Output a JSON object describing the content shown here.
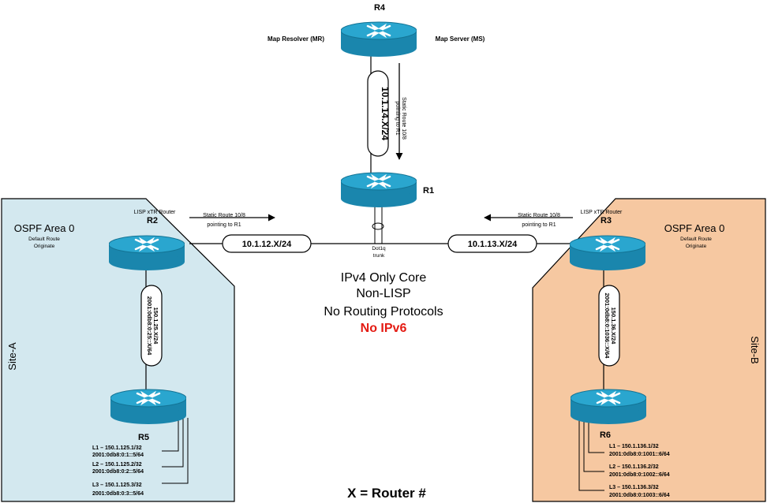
{
  "colors": {
    "site_a_fill": "#d3e8ef",
    "site_b_fill": "#f6c8a1",
    "router_body": "#1f8fb6",
    "router_top": "#2aa3cc",
    "accent_red": "#e41b13",
    "line": "#000000"
  },
  "icons": {
    "router": "router-icon"
  },
  "routers": {
    "r4": {
      "name": "R4",
      "left_label": "Map Resolver (MR)",
      "right_label": "Map Server (MS)"
    },
    "r1": {
      "name": "R1",
      "trunk_line1": "Dot1q",
      "trunk_line2": "trunk"
    },
    "r2": {
      "name": "R2",
      "role": "LISP xTR Router"
    },
    "r3": {
      "name": "R3",
      "role": "LISP xTR Router"
    },
    "r5": {
      "name": "R5"
    },
    "r6": {
      "name": "R6"
    }
  },
  "links": {
    "r4_r1": "10.1.14.X/24",
    "r1_r2": "10.1.12.X/24",
    "r1_r3": "10.1.13.X/24",
    "r2_r5_line1": "150.1.25.X/24",
    "r2_r5_line2": "2001:0db8:0:25::X/64",
    "r3_r6_line1": "150.1.36.X/24",
    "r3_r6_line2": "2001:0db8:0:1036::X/64"
  },
  "static_routes": {
    "r4": {
      "line1": "Static Route 10/8",
      "line2": "pointing to R1"
    },
    "r2": {
      "line1": "Static Route 10/8",
      "line2": "pointing to R1"
    },
    "r3": {
      "line1": "Static Route 10/8",
      "line2": "pointing to R1"
    }
  },
  "sites": {
    "a": {
      "name": "Site-A",
      "area": "OSPF Area 0",
      "note_line1": "Default Route",
      "note_line2": "Originate"
    },
    "b": {
      "name": "Site-B",
      "area": "OSPF Area 0",
      "note_line1": "Default Route",
      "note_line2": "Originate"
    }
  },
  "core": {
    "line1": "IPv4 Only Core",
    "line2": "Non-LISP",
    "line3": "No Routing Protocols",
    "line4": "No IPv6"
  },
  "loopbacks": {
    "r5": [
      {
        "v4": "L1 – 150.1.125.1/32",
        "v6": "2001:0db8:0:1::5/64"
      },
      {
        "v4": "L2 – 150.1.125.2/32",
        "v6": "2001:0db8:0:2::5/64"
      },
      {
        "v4": "L3 – 150.1.125.3/32",
        "v6": "2001:0db8:0:3::5/64"
      }
    ],
    "r6": [
      {
        "v4": "L1 – 150.1.136.1/32",
        "v6": "2001:0db8:0:1001::6/64"
      },
      {
        "v4": "L2 – 150.1.136.2/32",
        "v6": "2001:0db8:0:1002::6/64"
      },
      {
        "v4": "L3 – 150.1.136.3/32",
        "v6": "2001:0db8:0:1003::6/64"
      }
    ]
  },
  "footer": "X = Router #"
}
